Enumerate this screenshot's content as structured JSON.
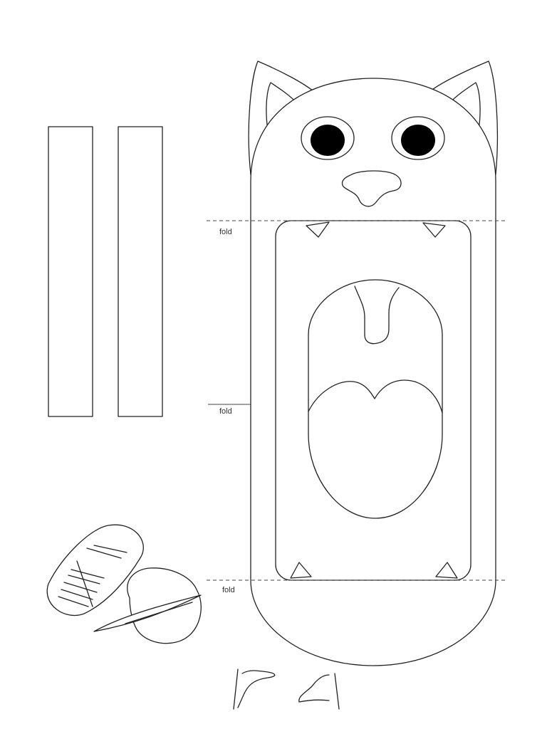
{
  "labels": {
    "fold_top": "fold",
    "fold_middle": "fold",
    "fold_bottom": "fold"
  },
  "colors": {
    "line": "#222222",
    "paper": "#ffffff",
    "pupil": "#000000",
    "dash": "#444444"
  },
  "icons": {
    "ears": "cat-ear-icon",
    "eyes": "cat-eye-icon",
    "nose": "cat-nose-icon",
    "mouth": "cat-mouth-icon",
    "fish": "fish-icon",
    "paws": "cat-paw-icon"
  }
}
